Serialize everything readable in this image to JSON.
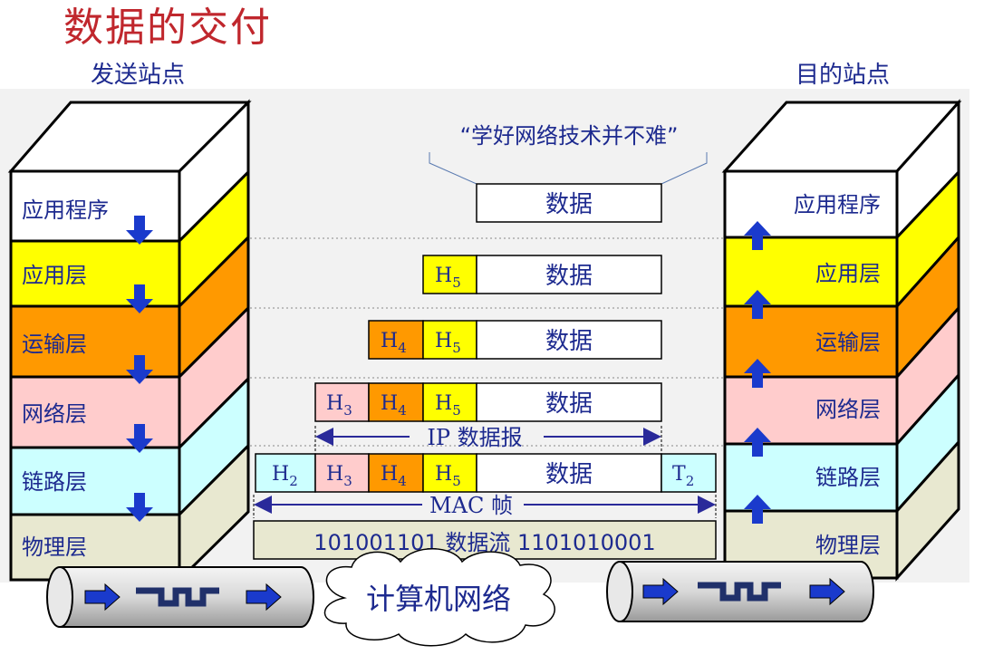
{
  "title": "数据的交付",
  "sender_label": "发送站点",
  "receiver_label": "目的站点",
  "quote": "“学好网络技术并不难”",
  "layers_left": [
    "应用程序",
    "应用层",
    "运输层",
    "网络层",
    "链路层",
    "物理层"
  ],
  "layers_right": [
    "应用程序",
    "应用层",
    "运输层",
    "网络层",
    "链路层",
    "物理层"
  ],
  "layer_colors": [
    "#ffffff",
    "#ffff00",
    "#ff9900",
    "#ffcccc",
    "#ccffff",
    "#e8e8d0"
  ],
  "data_label": "数据",
  "headers": {
    "h2": "H",
    "h3": "H",
    "h4": "H",
    "h5": "H",
    "t2": "T",
    "sub2": "2",
    "sub3": "3",
    "sub4": "4",
    "sub5": "5"
  },
  "ip_label": "IP 数据报",
  "mac_label": "MAC 帧",
  "bitstream": "101001101  数据流  1101010001",
  "network_label": "计算机网络"
}
